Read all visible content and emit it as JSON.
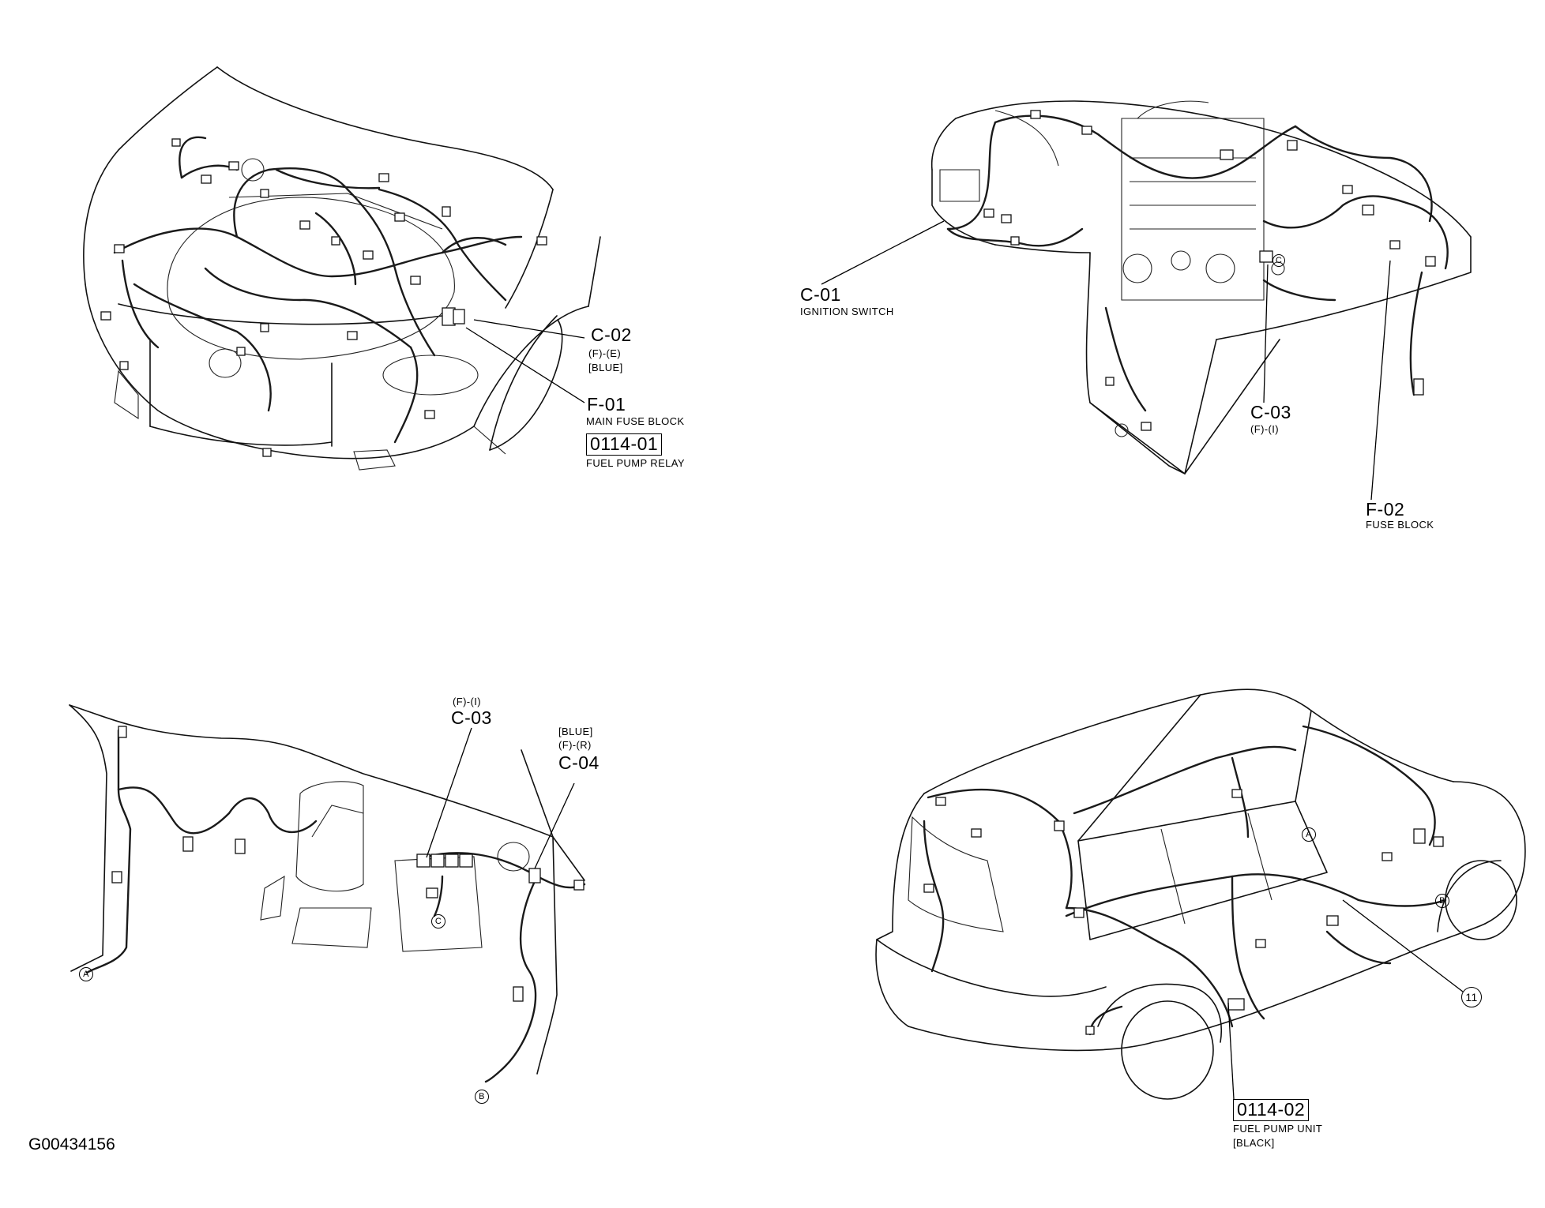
{
  "figure_id": "G00434156",
  "engine_bay": {
    "c02": {
      "code": "C-02",
      "line1": "(F)-(E)",
      "line2": "[BLUE]"
    },
    "f01": {
      "code": "F-01",
      "name": "MAIN FUSE BLOCK"
    },
    "relay": {
      "code": "0114-01",
      "name": "FUEL PUMP RELAY"
    }
  },
  "dashboard": {
    "c01": {
      "code": "C-01",
      "name": "IGNITION SWITCH"
    },
    "c03": {
      "code": "C-03",
      "line1": "(F)-(I)"
    },
    "f02": {
      "code": "F-02",
      "name": "FUSE BLOCK"
    },
    "marker": "C"
  },
  "cowl": {
    "c03": {
      "line1": "(F)-(I)",
      "code": "C-03"
    },
    "c04": {
      "line1": "[BLUE]",
      "line2": "(F)-(R)",
      "code": "C-04"
    },
    "markers": {
      "a": "A",
      "b": "B",
      "c": "C"
    }
  },
  "rear_body": {
    "unit": {
      "code": "0114-02",
      "name": "FUEL PUMP UNIT",
      "color": "[BLACK]"
    },
    "callout": "11",
    "markers": {
      "a": "A",
      "b": "B"
    }
  },
  "icons": [
    "circled-letter-marker",
    "circled-number-callout",
    "connector-block"
  ]
}
